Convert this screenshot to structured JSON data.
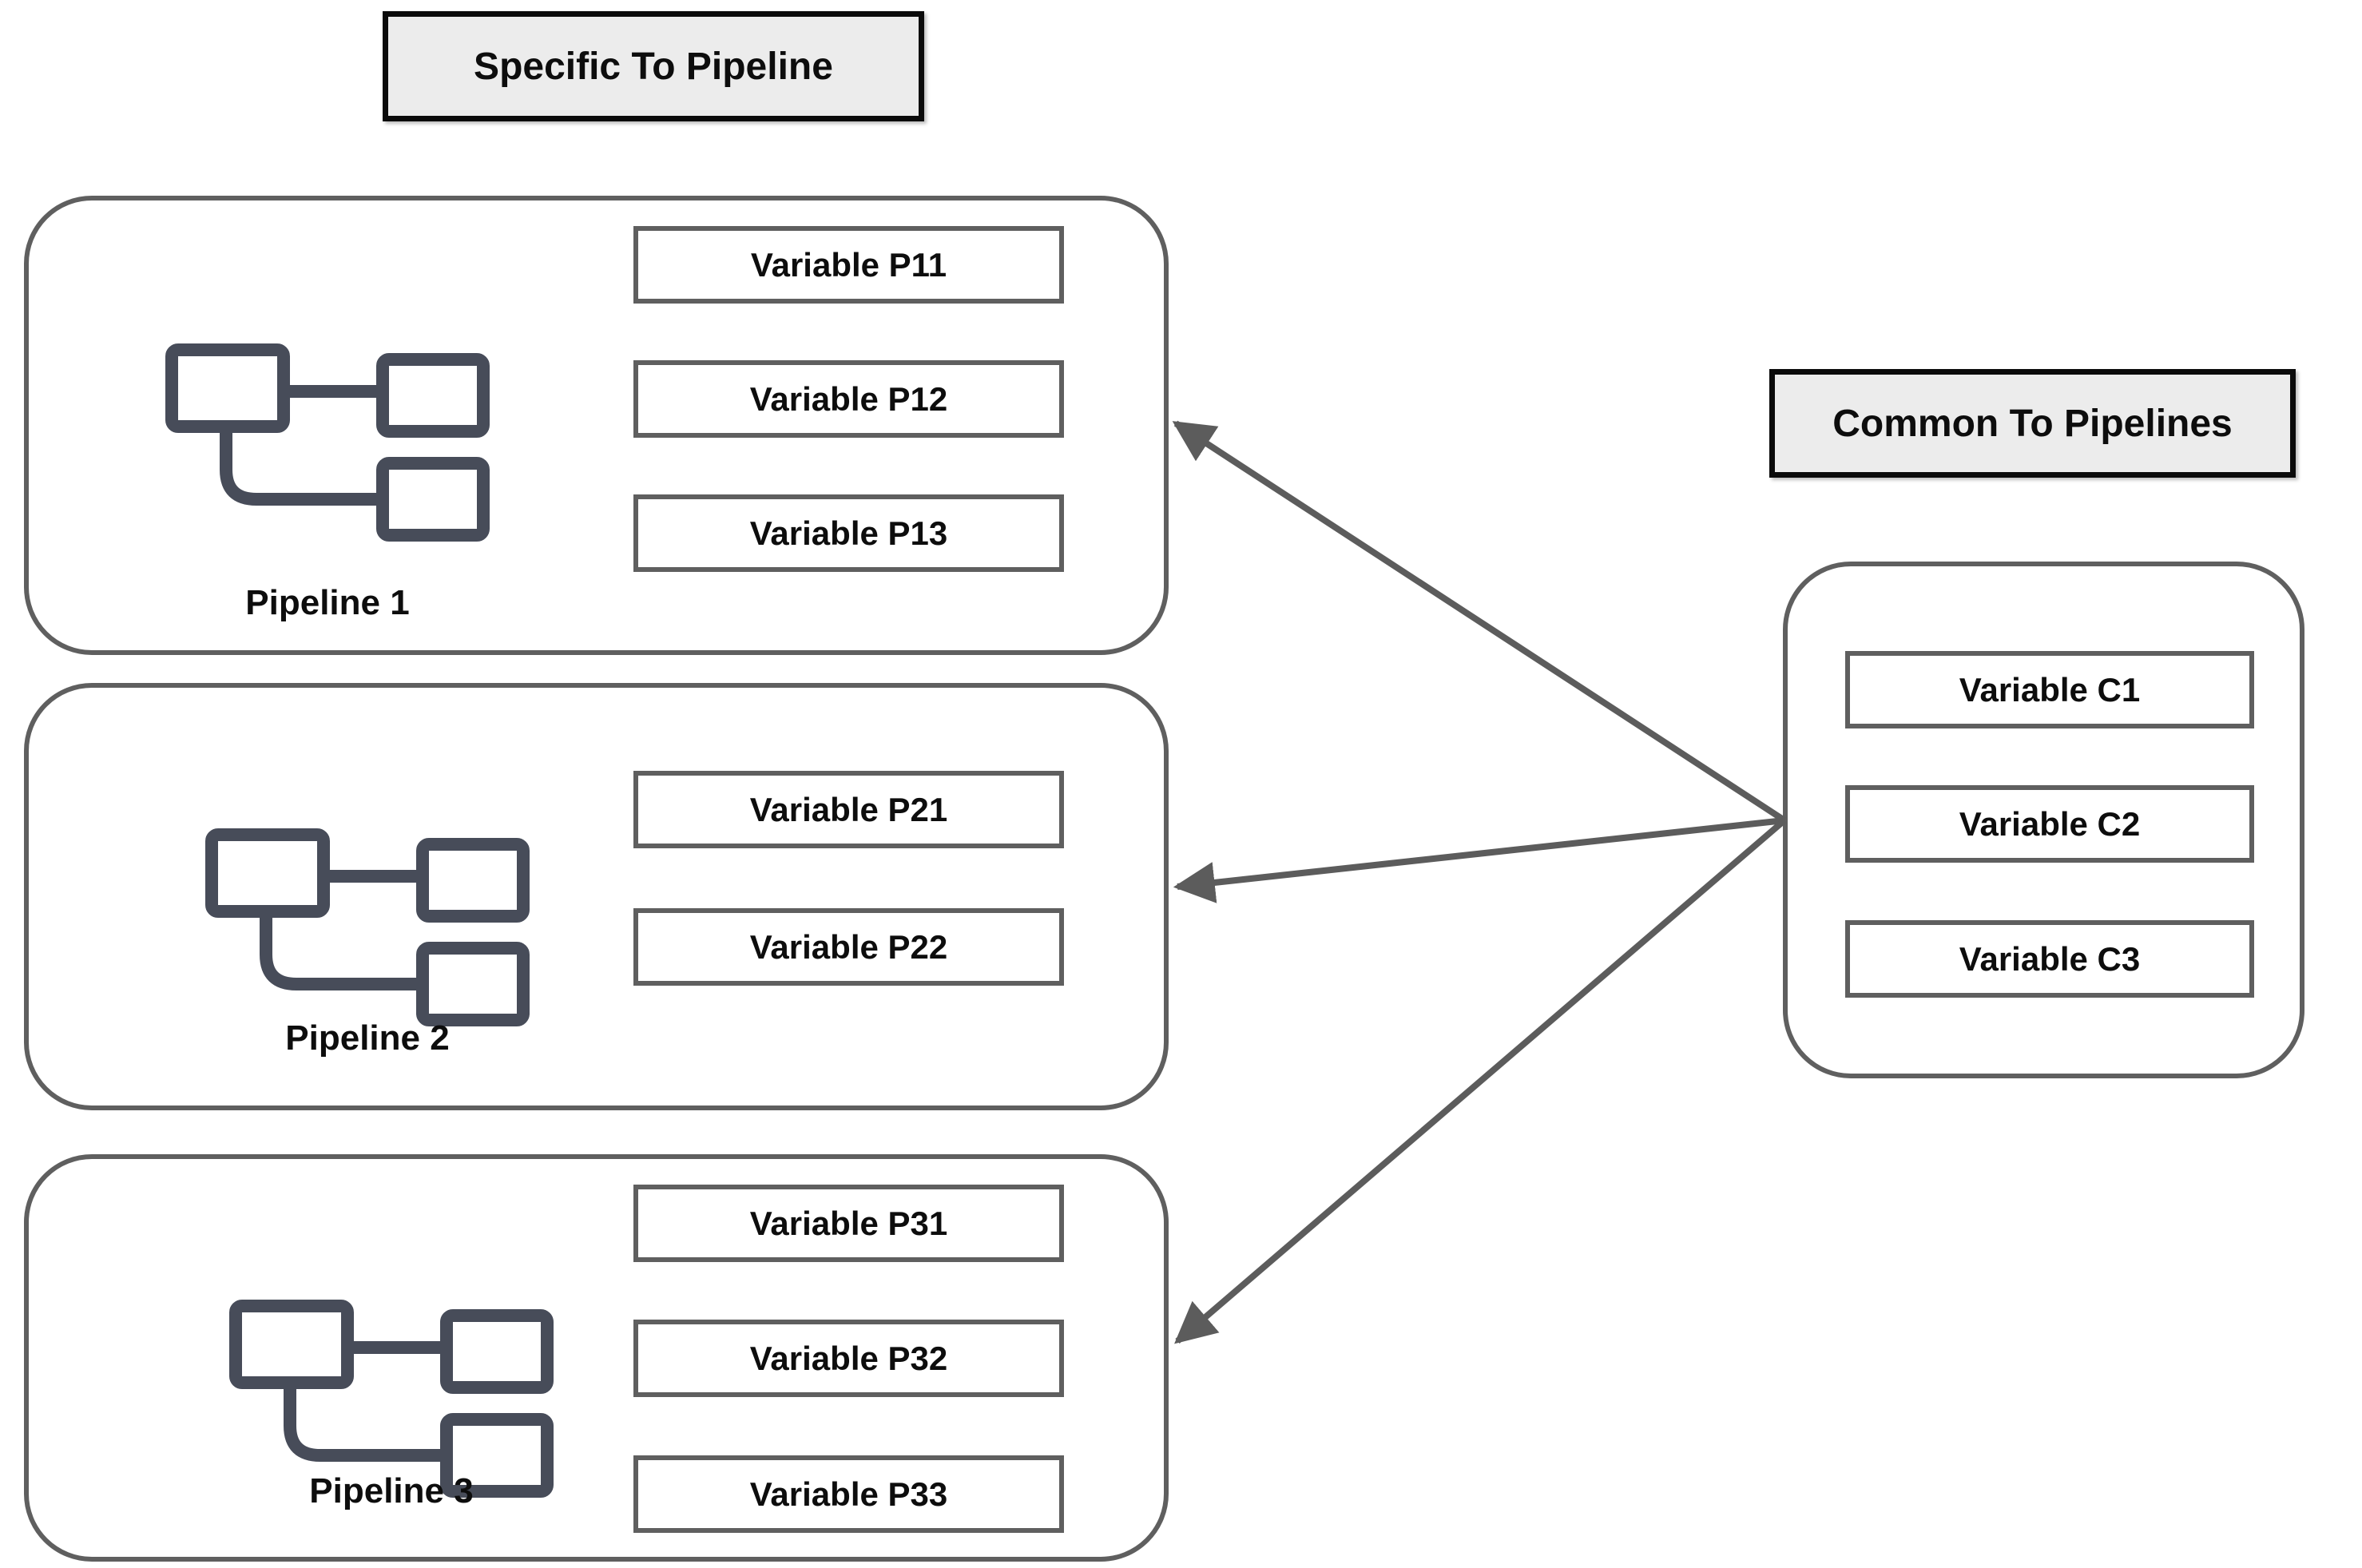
{
  "diagram": {
    "specific_title": "Specific To Pipeline",
    "common_title": "Common To Pipelines"
  },
  "pipelines": [
    {
      "label": "Pipeline 1",
      "variables": [
        "Variable P11",
        "Variable P12",
        "Variable P13"
      ]
    },
    {
      "label": "Pipeline 2",
      "variables": [
        "Variable P21",
        "Variable P22"
      ]
    },
    {
      "label": "Pipeline 3",
      "variables": [
        "Variable P31",
        "Variable P32",
        "Variable P33"
      ]
    }
  ],
  "common_group": {
    "variables": [
      "Variable C1",
      "Variable C2",
      "Variable C3"
    ]
  },
  "icons": {
    "pipeline_icon": "flowchart-nodes-icon"
  },
  "colors": {
    "container_border": "#5f5f5f",
    "box_border": "#5f5f5f",
    "title_border": "#0b0b0b",
    "title_bg": "#ececec",
    "icon_stroke": "#474c59",
    "arrow": "#5c5c5c",
    "text": "#0d0d0d",
    "background": "#ffffff"
  }
}
